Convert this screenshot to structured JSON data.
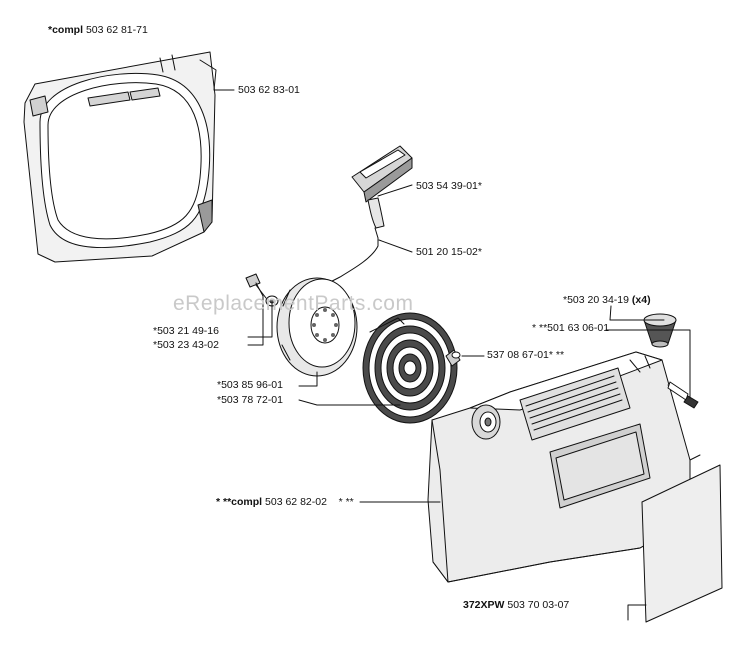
{
  "watermark": "eReplacementParts.com",
  "labels": {
    "l1_prefix": "*compl",
    "l1_num": "503 62 81-71",
    "l2": "503 62 83-01",
    "l3": "503 54 39-01*",
    "l4": "501 20 15-02*",
    "l5_num": "*503 20 34-19",
    "l5_qty": "(x4)",
    "l6": "* **501 63 06-01",
    "l7": "537 08 67-01* **",
    "l8": "*503 21 49-16",
    "l9": "*503 23 43-02",
    "l10": "*503 85 96-01",
    "l11": "*503 78 72-01",
    "l12_prefix": "* **compl",
    "l12_num": "503 62 82-02",
    "l12_suffix": "* **",
    "l13_prefix": "372XPW",
    "l13_num": "503 70 03-07"
  },
  "colors": {
    "line": "#111111",
    "fill_light": "#ececec",
    "fill_mid": "#d2d2d2",
    "fill_dark": "#8a8a8a",
    "watermark": "#c9c9c9"
  }
}
